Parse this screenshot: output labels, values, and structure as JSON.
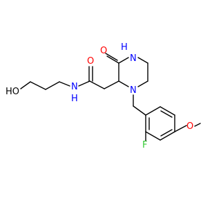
{
  "molecule": {
    "atom_labels": {
      "HO": "HO",
      "NH_amide": "N",
      "H_amide": "H",
      "O_amide": "O",
      "O_ketone": "O",
      "NH_ring": "N",
      "H_ring": "H",
      "N_ring": "N",
      "F": "F",
      "O_methoxy": "O"
    },
    "colors": {
      "nitrogen": "#0000ff",
      "oxygen": "#ff0000",
      "fluorine": "#33cc33",
      "bond": "#000000"
    }
  }
}
